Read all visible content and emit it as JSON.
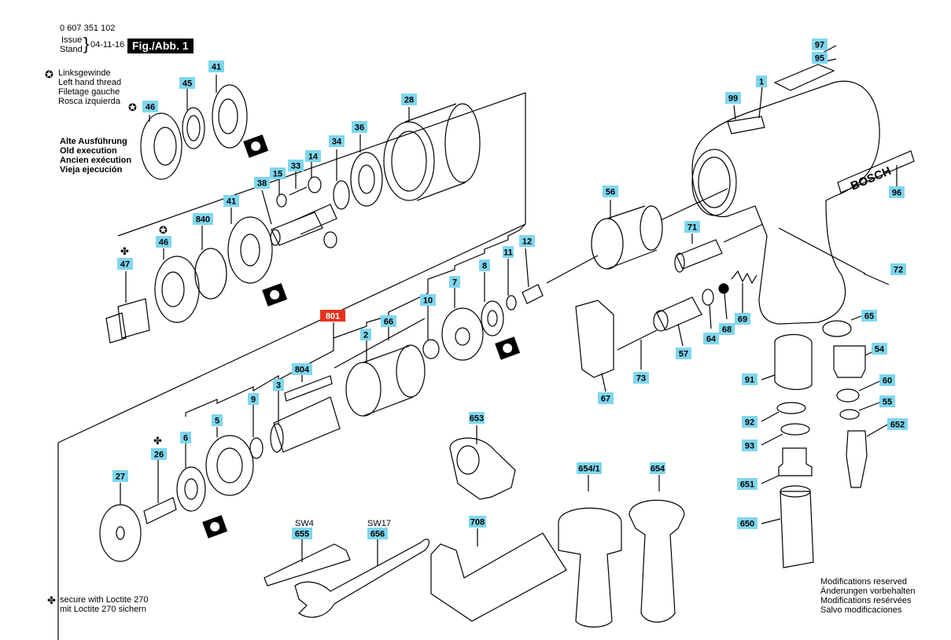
{
  "header": {
    "doc_number": "0 607 351 102",
    "issue_label": "Issue",
    "stand_label": "Stand",
    "date": "04-11-16",
    "figure": "Fig./Abb. 1"
  },
  "legend_thread": [
    "Linksgewinde",
    "Left hand thread",
    "Filetage gauche",
    "Rosca izquierda"
  ],
  "legend_old": [
    "Alte Ausführung",
    "Old execution",
    "Ancien exécution",
    "Vieja ejecución"
  ],
  "footer_left": [
    "secure with Loctite 270",
    "mit Loctite 270 sichern"
  ],
  "footer_right": [
    "Modifications reserved",
    "Änderungen vorbehalten",
    "Modifications resérvées",
    "Salvo modificaciones"
  ],
  "brand": "BOSCH",
  "colors": {
    "tag": "#7fd6ee",
    "highlight": "#e8321e",
    "ink": "#000000"
  },
  "parts": [
    {
      "label": "41"
    },
    {
      "label": "45"
    },
    {
      "label": "46"
    },
    {
      "label": "28"
    },
    {
      "label": "36"
    },
    {
      "label": "34"
    },
    {
      "label": "14"
    },
    {
      "label": "33"
    },
    {
      "label": "15"
    },
    {
      "label": "38"
    },
    {
      "label": "840"
    },
    {
      "label": "41"
    },
    {
      "label": "46"
    },
    {
      "label": "47"
    },
    {
      "label": "801"
    },
    {
      "label": "66"
    },
    {
      "label": "2"
    },
    {
      "label": "804"
    },
    {
      "label": "3"
    },
    {
      "label": "9"
    },
    {
      "label": "5"
    },
    {
      "label": "6"
    },
    {
      "label": "26"
    },
    {
      "label": "27"
    },
    {
      "label": "10"
    },
    {
      "label": "7"
    },
    {
      "label": "8"
    },
    {
      "label": "11"
    },
    {
      "label": "12"
    },
    {
      "label": "56"
    },
    {
      "label": "99"
    },
    {
      "label": "1"
    },
    {
      "label": "97"
    },
    {
      "label": "95"
    },
    {
      "label": "96"
    },
    {
      "label": "71"
    },
    {
      "label": "72"
    },
    {
      "label": "69"
    },
    {
      "label": "68"
    },
    {
      "label": "64"
    },
    {
      "label": "57"
    },
    {
      "label": "73"
    },
    {
      "label": "67"
    },
    {
      "label": "65"
    },
    {
      "label": "54"
    },
    {
      "label": "60"
    },
    {
      "label": "55"
    },
    {
      "label": "652"
    },
    {
      "label": "91"
    },
    {
      "label": "92"
    },
    {
      "label": "93"
    },
    {
      "label": "651"
    },
    {
      "label": "650"
    },
    {
      "label": "653"
    },
    {
      "label": "654/1"
    },
    {
      "label": "654"
    },
    {
      "label": "655"
    },
    {
      "label": "656"
    },
    {
      "label": "708"
    }
  ],
  "tool_sizes": [
    "SW4",
    "SW17"
  ]
}
